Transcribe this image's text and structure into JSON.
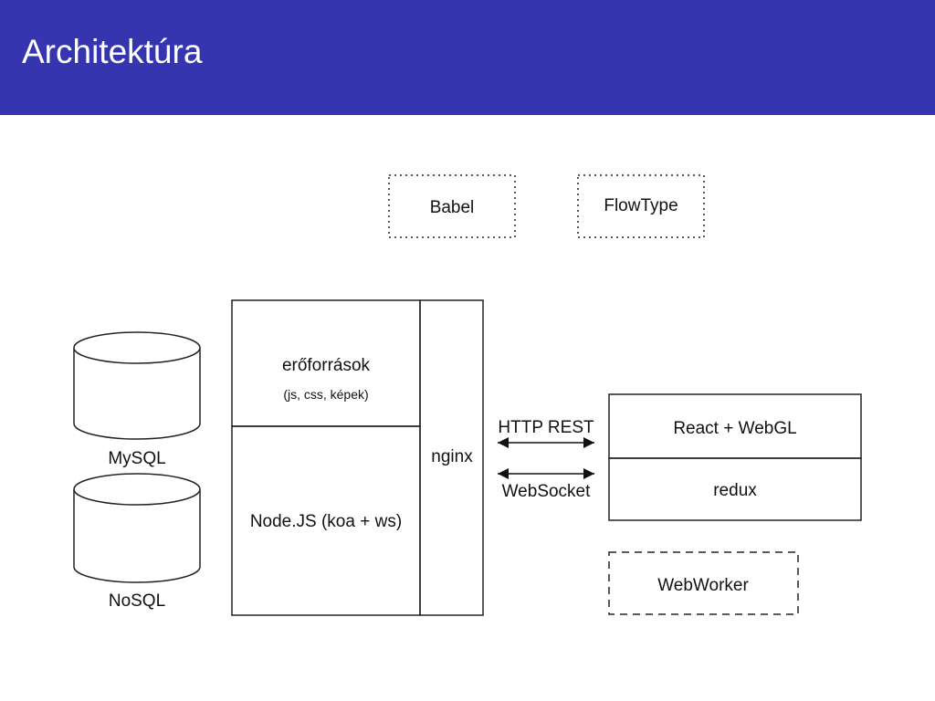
{
  "header": {
    "title": "Architektúra",
    "background": "#3535b0"
  },
  "diagram": {
    "babel": "Babel",
    "flowtype": "FlowType",
    "mysql": "MySQL",
    "nosql": "NoSQL",
    "resources": "erőforrások",
    "resources_note": "(js, css, képek)",
    "node": "Node.JS (koa + ws)",
    "nginx": "nginx",
    "http_rest": "HTTP REST",
    "websocket": "WebSocket",
    "react": "React + WebGL",
    "redux": "redux",
    "webworker": "WebWorker"
  }
}
